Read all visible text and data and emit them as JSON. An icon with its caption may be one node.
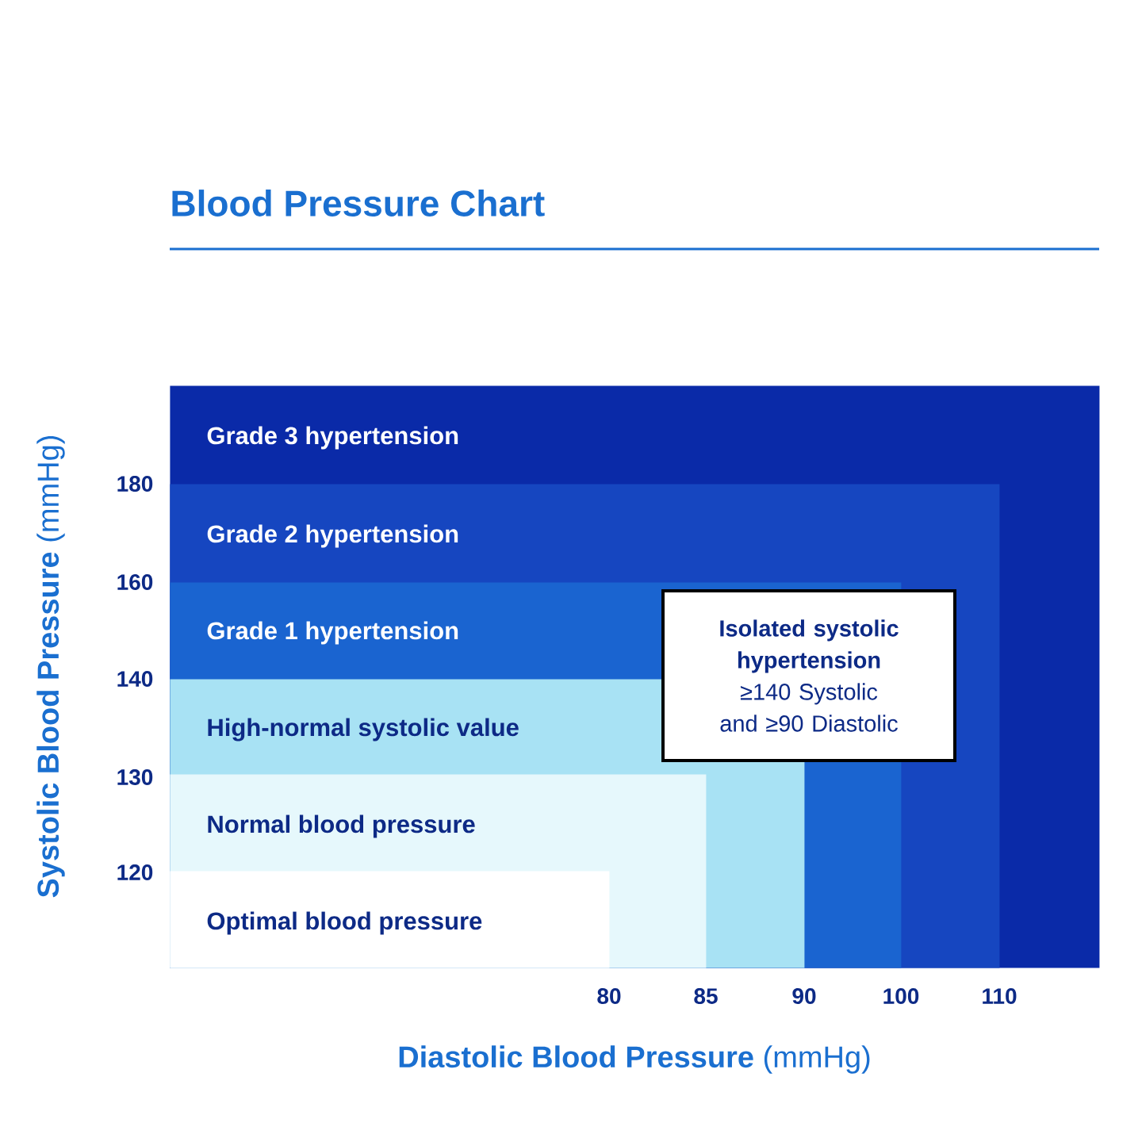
{
  "diagram": {
    "title": "Blood Pressure Chart",
    "nodes": [
      {
        "text": [
          "Grade 3 hypertension"
        ]
      },
      {
        "text": [
          "Grade 2 hypertension"
        ],
        "in": 0
      },
      {
        "text": [
          "Grade 1 hypertension"
        ],
        "in": 1
      },
      {
        "text": [
          "High-normal systolic value"
        ],
        "in": 2
      },
      {
        "text": [
          "Normal blood pressure"
        ],
        "in": 3
      },
      {
        "text": [
          "Optimal blood pressure"
        ],
        "in": 4
      },
      {
        "text": [
          "Isolated systolic hypertension",
          "≥140 Systolic and ≥90 Diastolic"
        ],
        "in": 1
      }
    ],
    "labels": [
      "**Systolic Blood Pressure** (mmHg)",
      "180",
      "160",
      "140",
      "130",
      "120",
      "80",
      "85",
      "90",
      "100",
      "110",
      "**Diastolic Blood Pressure** (mmHg)"
    ]
  }
}
